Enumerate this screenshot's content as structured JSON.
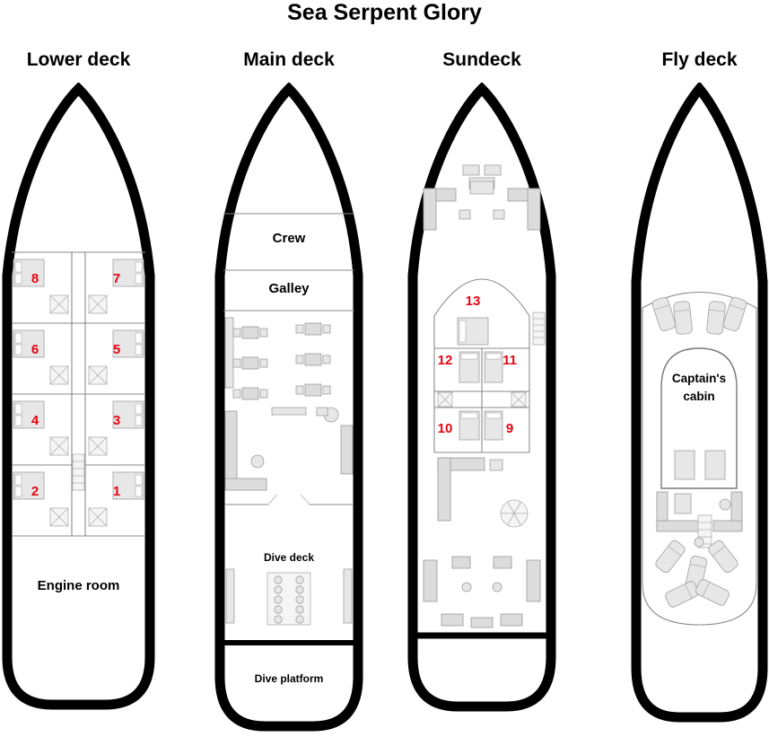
{
  "title": "Sea Serpent Glory",
  "colors": {
    "cabin_number": "#e30613"
  },
  "lower_deck": {
    "label": "Lower deck",
    "cabins": [
      "8",
      "7",
      "6",
      "5",
      "4",
      "3",
      "2",
      "1"
    ],
    "engine_room_label": "Engine room"
  },
  "main_deck": {
    "label": "Main deck",
    "crew_label": "Crew",
    "galley_label": "Galley",
    "dive_deck_label": "Dive deck",
    "dive_platform_label": "Dive platform"
  },
  "sundeck": {
    "label": "Sundeck",
    "cabins": [
      "13",
      "12",
      "11",
      "10",
      "9"
    ]
  },
  "fly_deck": {
    "label": "Fly deck",
    "captains_cabin_line1": "Captain's",
    "captains_cabin_line2": "cabin"
  }
}
